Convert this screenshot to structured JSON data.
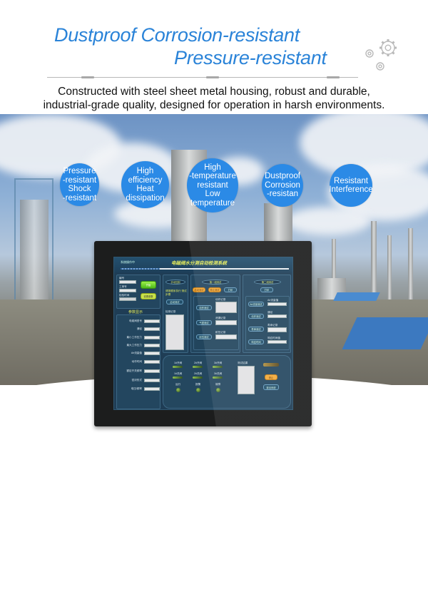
{
  "header": {
    "title_line1": "Dustproof  Corrosion-resistant",
    "title_line2": "Pressure-resistant",
    "accent_color": "#2a83d8",
    "icon": "gears-icon"
  },
  "description": {
    "line1": "Constructed with steel sheet metal housing, robust and durable,",
    "line2": "industrial-grade quality, designed for operation in harsh environments."
  },
  "features": [
    {
      "label": "Pressure -resistant Shock -resistant"
    },
    {
      "label": "High efficiency Heat dissipation"
    },
    {
      "label": "High -temperature resistant Low temperature"
    },
    {
      "label": "Dustproof Corrosion -resistan"
    },
    {
      "label": "Resistant Interference"
    }
  ],
  "feature_lines": [
    [
      "Pressure",
      "-resistant",
      "Shock",
      "-resistant"
    ],
    [
      "High",
      "efficiency",
      "Heat",
      "dissipation"
    ],
    [
      "High",
      "-temperature",
      "resistant",
      "Low",
      "temperature"
    ],
    [
      "Dustproof",
      "Corrosion",
      "-resistan"
    ],
    [
      "Resistant",
      "Interference"
    ]
  ],
  "bubble_color": "#2b8ae6",
  "screen": {
    "small_label": "系统操作中",
    "title": "电磁阀水分测自动检测系统",
    "left_panel": {
      "fields": [
        "编号",
        "工单号",
        "检验时间"
      ],
      "green_button": "开始",
      "lime_button": "设置参数",
      "section_title": "参数显示",
      "params": [
        "电磁阀型号",
        "通径",
        "最小工作压力",
        "最大工作压力",
        "Air流量值",
        "动作时间",
        "额定开关频率",
        "密封形式",
        "电压/频率"
      ]
    },
    "mid_panel": {
      "pill": "手动控制",
      "note": "请按顺序执行 测试步骤",
      "button": "启动测试",
      "list_label": "检测记录"
    },
    "group1": {
      "pill": "第一组测试",
      "buttons": [
        "启动测试",
        "停止测试",
        "打印"
      ],
      "rows": [
        {
          "button": "动作测试",
          "label": "动作记录"
        },
        {
          "button": "气密测试",
          "label": "泄漏记录"
        },
        {
          "button": "耐压测试",
          "label": "耐压记录"
        }
      ]
    },
    "group2": {
      "pill": "第二组测试",
      "print": "打印",
      "rows": [
        {
          "button": "Air流量测试",
          "label": "Air流量值"
        },
        {
          "button": "动作测试",
          "label": "通径"
        },
        {
          "button": "寿命测试",
          "label": "寿命记录"
        },
        {
          "button": "响应时间",
          "label": "响应时间值"
        }
      ]
    },
    "bottom_panel": {
      "indicators": [
        [
          "1#开阀",
          "2#开阀",
          "3#开阀"
        ],
        [
          "1#关阀",
          "2#关阀",
          "3#关阀"
        ]
      ],
      "leds": [
        "运行",
        "报警",
        "故障"
      ],
      "list_label": "测试结果",
      "stop_button": "停止",
      "reset_button": "退出系统"
    }
  }
}
